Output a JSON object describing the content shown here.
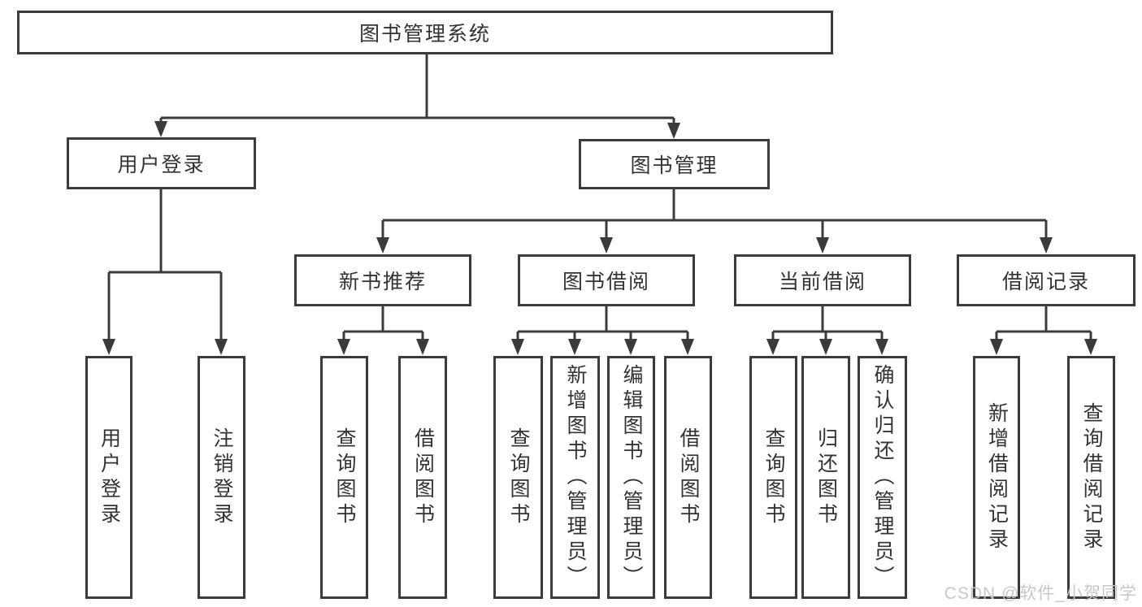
{
  "diagram": {
    "title": "图书管理系统",
    "level2": [
      {
        "label": "用户登录",
        "children": [
          {
            "label": "用户登录"
          },
          {
            "label": "注销登录"
          }
        ]
      },
      {
        "label": "图书管理",
        "children": [
          {
            "label": "新书推荐",
            "children": [
              {
                "label": "查询图书"
              },
              {
                "label": "借阅图书"
              }
            ]
          },
          {
            "label": "图书借阅",
            "children": [
              {
                "label": "查询图书"
              },
              {
                "label": "新增图书（管理员）"
              },
              {
                "label": "编辑图书（管理员）"
              },
              {
                "label": "借阅图书"
              }
            ]
          },
          {
            "label": "当前借阅",
            "children": [
              {
                "label": "查询图书"
              },
              {
                "label": "归还图书"
              },
              {
                "label": "确认归还（管理员）"
              }
            ]
          },
          {
            "label": "借阅记录",
            "children": [
              {
                "label": "新增借阅记录"
              },
              {
                "label": "查询借阅记录"
              }
            ]
          }
        ]
      }
    ],
    "colors": {
      "line": "#3b3b3b",
      "box_border": "#3b3b3b",
      "text": "#333333",
      "watermark": "#c2c6ca",
      "background": "#ffffff"
    }
  },
  "watermark": {
    "text": "CSDN @软件_小贺同学"
  }
}
